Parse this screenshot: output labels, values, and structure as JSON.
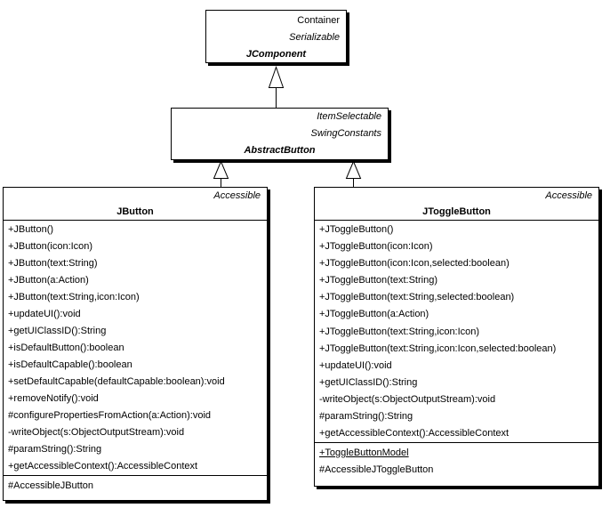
{
  "colors": {
    "background": "#ffffff",
    "line": "#000000",
    "box_fill": "#ffffff",
    "shadow": "#000000"
  },
  "jcomponent_box": {
    "superclass": "Container",
    "interface": "Serializable",
    "title": "JComponent"
  },
  "abstractbutton_box": {
    "interfaces": [
      "ItemSelectable",
      "SwingConstants"
    ],
    "title": "AbstractButton"
  },
  "jbutton_box": {
    "interface": "Accessible",
    "title": "JButton",
    "methods": [
      "+JButton()",
      "+JButton(icon:Icon)",
      "+JButton(text:String)",
      "+JButton(a:Action)",
      "+JButton(text:String,icon:Icon)",
      "+updateUI():void",
      "+getUIClassID():String",
      "+isDefaultButton():boolean",
      "+isDefaultCapable():boolean",
      "+setDefaultCapable(defaultCapable:boolean):void",
      "+removeNotify():void",
      "#configurePropertiesFromAction(a:Action):void",
      "-writeObject(s:ObjectOutputStream):void",
      "#paramString():String",
      "+getAccessibleContext():AccessibleContext"
    ],
    "inner_classes": [
      {
        "text": "#AccessibleJButton",
        "underline": false
      }
    ]
  },
  "jtogglebutton_box": {
    "interface": "Accessible",
    "title": "JToggleButton",
    "methods": [
      "+JToggleButton()",
      "+JToggleButton(icon:Icon)",
      "+JToggleButton(icon:Icon,selected:boolean)",
      "+JToggleButton(text:String)",
      "+JToggleButton(text:String,selected:boolean)",
      "+JToggleButton(a:Action)",
      "+JToggleButton(text:String,icon:Icon)",
      "+JToggleButton(text:String,icon:Icon,selected:boolean)",
      "+updateUI():void",
      "+getUIClassID():String",
      "-writeObject(s:ObjectOutputStream):void",
      "#paramString():String",
      "+getAccessibleContext():AccessibleContext"
    ],
    "inner_classes": [
      {
        "text": "+ToggleButtonModel",
        "underline": true
      },
      {
        "text": "#AccessibleJToggleButton",
        "underline": false
      }
    ]
  }
}
